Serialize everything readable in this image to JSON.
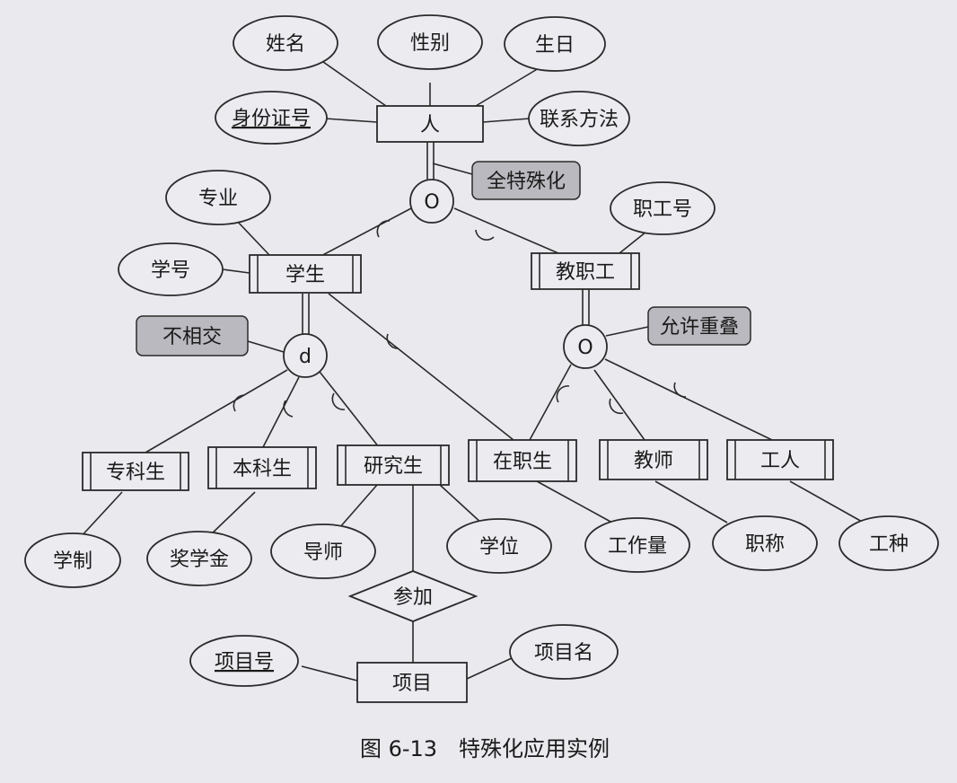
{
  "caption": "图 6-13　特殊化应用实例",
  "entities": {
    "person": "人",
    "student": "学生",
    "staff": "教职工",
    "junior_college": "专科生",
    "undergraduate": "本科生",
    "graduate": "研究生",
    "in_service": "在职生",
    "teacher": "教师",
    "worker": "工人",
    "project": "项目"
  },
  "attributes": {
    "name": "姓名",
    "gender": "性别",
    "birthday": "生日",
    "id_number": "身份证号",
    "contact": "联系方法",
    "major": "专业",
    "student_no": "学号",
    "staff_no": "职工号",
    "school_system": "学制",
    "scholarship": "奖学金",
    "supervisor": "导师",
    "degree": "学位",
    "workload": "工作量",
    "title": "职称",
    "job_type": "工种",
    "project_no": "项目号",
    "project_name": "项目名"
  },
  "relationship": "参加",
  "circles": {
    "top": "O",
    "student_split": "d",
    "staff_split": "O"
  },
  "notes": {
    "total": "全特殊化",
    "disjoint": "不相交",
    "overlap": "允许重叠"
  }
}
